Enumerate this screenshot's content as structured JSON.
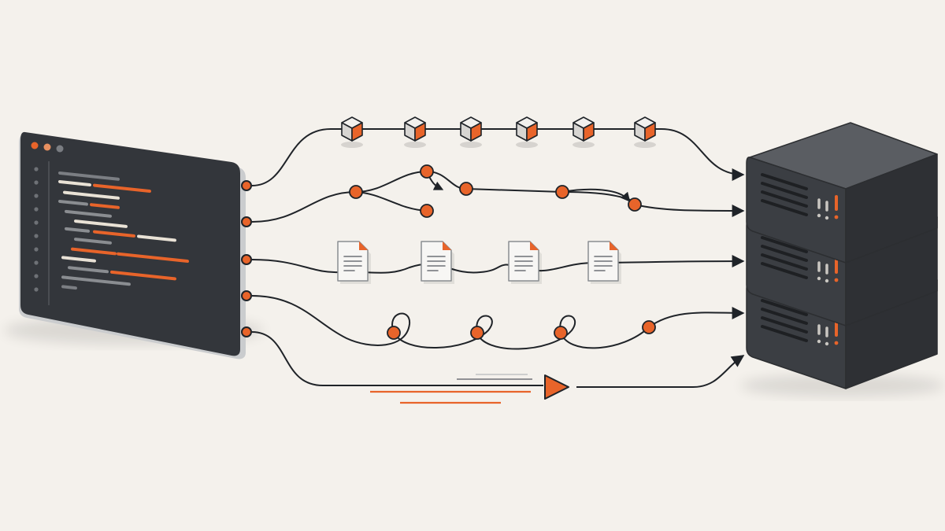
{
  "colors": {
    "background": "#f4f1ec",
    "accent": "#e8642a",
    "line": "#1f2328",
    "device": "#3b3e43",
    "code_gray": "#8a8d91",
    "code_light": "#e9e2d6"
  },
  "client": {
    "kind": "code-editor-window",
    "window_controls": [
      "close-dot",
      "minimize-dot",
      "maximize-dot"
    ]
  },
  "server": {
    "kind": "server-stack",
    "units": 3
  },
  "lanes": [
    {
      "id": "blocks",
      "carrier": "cube-icon",
      "count": 6
    },
    {
      "id": "branching",
      "carrier": "dot",
      "count": 6
    },
    {
      "id": "documents",
      "carrier": "document-icon",
      "count": 4
    },
    {
      "id": "loops",
      "carrier": "dot",
      "count": 4
    },
    {
      "id": "stream",
      "carrier": "play-arrow-icon",
      "count": 1
    }
  ]
}
